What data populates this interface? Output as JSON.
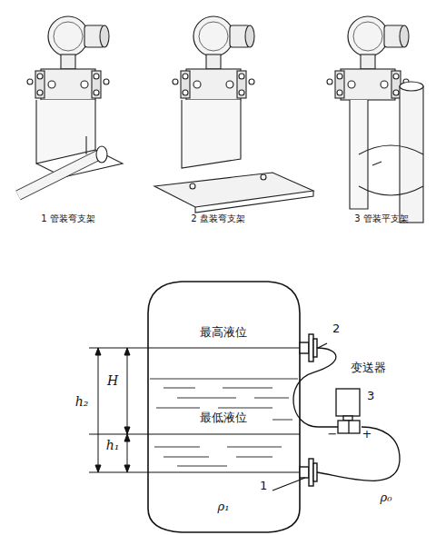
{
  "diagram": {
    "labels": [
      "1 管装弯支架",
      "2 盘装弯支架",
      "3 管装平支架",
      "最高液位",
      "最低液位",
      "h₂",
      "H",
      "h₁",
      "ρ₁",
      "ρ₀",
      "变送器",
      "3",
      "2",
      "1",
      "−",
      "+"
    ]
  }
}
